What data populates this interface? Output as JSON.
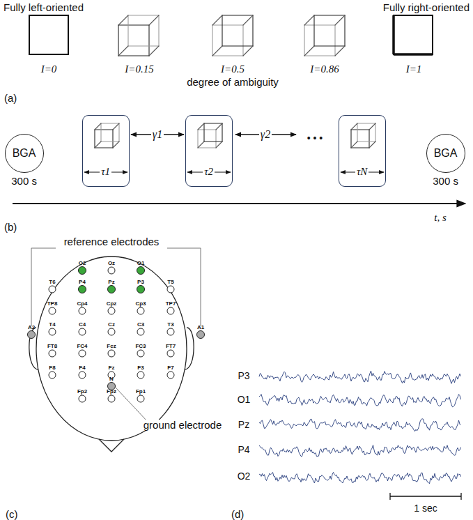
{
  "diagram": {
    "nodes": [
      {
        "text": [
          "BGA",
          "300 s"
        ]
      },
      {
        "text": [
          "τ1"
        ]
      },
      {
        "text": [
          "τ2"
        ]
      },
      {
        "text": [
          "τN"
        ]
      },
      {
        "text": [
          "BGA",
          "300 s"
        ]
      }
    ],
    "edges": [
      {
        "from": 1,
        "to": 2,
        "arrow": "both",
        "label": "γ1"
      }
    ],
    "labels": [
      "Fully left-oriented",
      "Fully right-oriented",
      "I=0",
      "I=0.15",
      "I=0.5",
      "I=0.86",
      "I=1",
      "degree of ambiguity",
      "(a)",
      "γ2",
      "• • •",
      "t, s",
      "(b)",
      "reference electrodes",
      "O2",
      "Oz",
      "O1",
      "T6",
      "P4",
      "Pz",
      "P3",
      "T5",
      "TP8",
      "Cp4",
      "Cpz",
      "Cp3",
      "TP7",
      "A2",
      "T4",
      "C4",
      "Cz",
      "C3",
      "T3",
      "A1",
      "FT8",
      "FC4",
      "Fcz",
      "FC3",
      "FT7",
      "F8",
      "F4",
      "Fz",
      "F3",
      "F7",
      "N",
      "Fp2",
      "Fpz",
      "Fp1",
      "ground electrode",
      "(c)",
      "(d)",
      "P3",
      "O1",
      "Pz",
      "P4",
      "O2",
      "1 sec"
    ]
  }
}
